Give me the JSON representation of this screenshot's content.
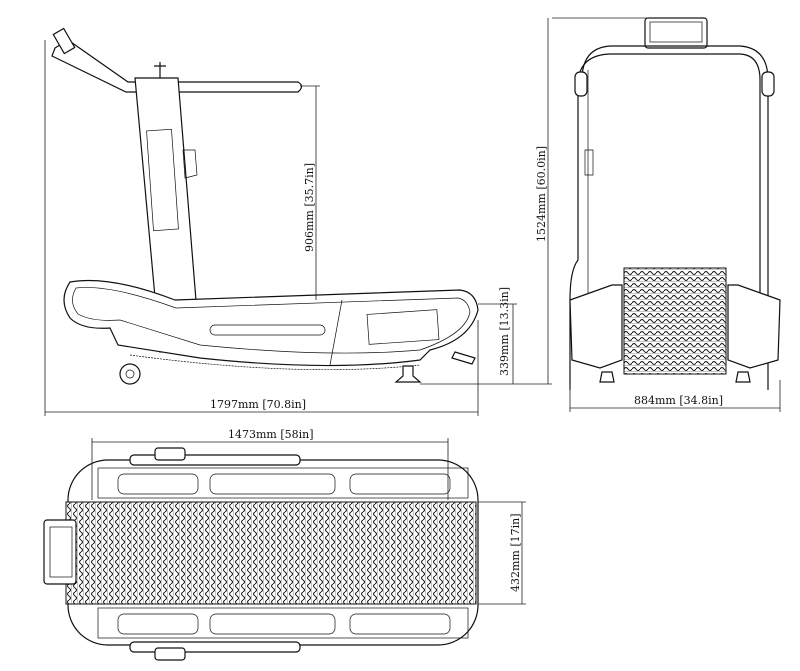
{
  "dimensions": {
    "handle_height": "906mm [35.7in]",
    "total_height": "1524mm [60.0in]",
    "deck_height": "339mm [13.3in]",
    "total_length": "1797mm [70.8in]",
    "total_width": "884mm [34.8in]",
    "running_length": "1473mm [58in]",
    "running_width": "432mm [17in]"
  }
}
